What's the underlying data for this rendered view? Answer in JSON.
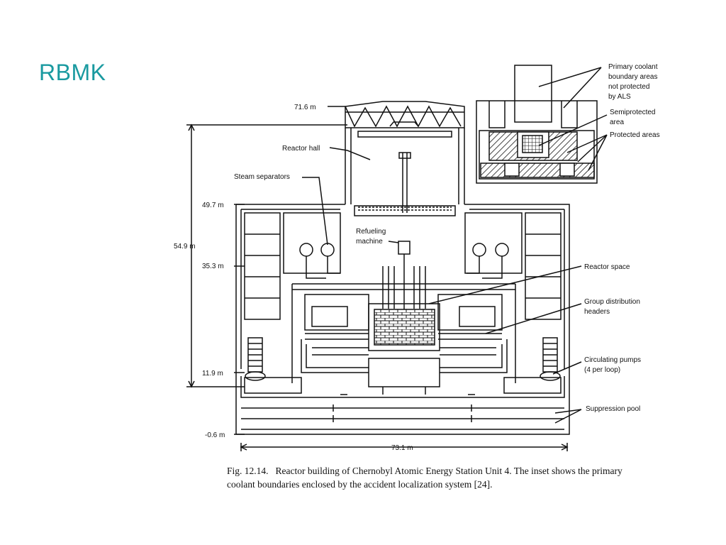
{
  "slide": {
    "title": "RBMK"
  },
  "figure": {
    "elevations": [
      "71.6 m",
      "49.7 m",
      "54.9 m",
      "35.3 m",
      "11.9 m",
      "-0.6 m",
      "73.1 m"
    ],
    "labels": {
      "reactor_hall": "Reactor hall",
      "steam_separators": "Steam separators",
      "refueling_machine": [
        "Refueling",
        "machine"
      ],
      "reactor_space": "Reactor space",
      "group_distribution_headers": [
        "Group distribution",
        "headers"
      ],
      "circulating_pumps": [
        "Circulating pumps",
        "(4 per loop)"
      ],
      "suppression_pool": "Suppression pool"
    },
    "inset_labels": {
      "primary_coolant": [
        "Primary coolant",
        "boundary areas",
        "not protected",
        "by ALS"
      ],
      "semiprotected": [
        "Semiprotected",
        "area"
      ],
      "protected": "Protected areas"
    },
    "caption": {
      "number": "Fig. 12.14.",
      "text": "Reactor building of Chernobyl Atomic Energy Station Unit 4. The inset shows the primary coolant boundaries enclosed by the accident localization system [24]."
    }
  }
}
